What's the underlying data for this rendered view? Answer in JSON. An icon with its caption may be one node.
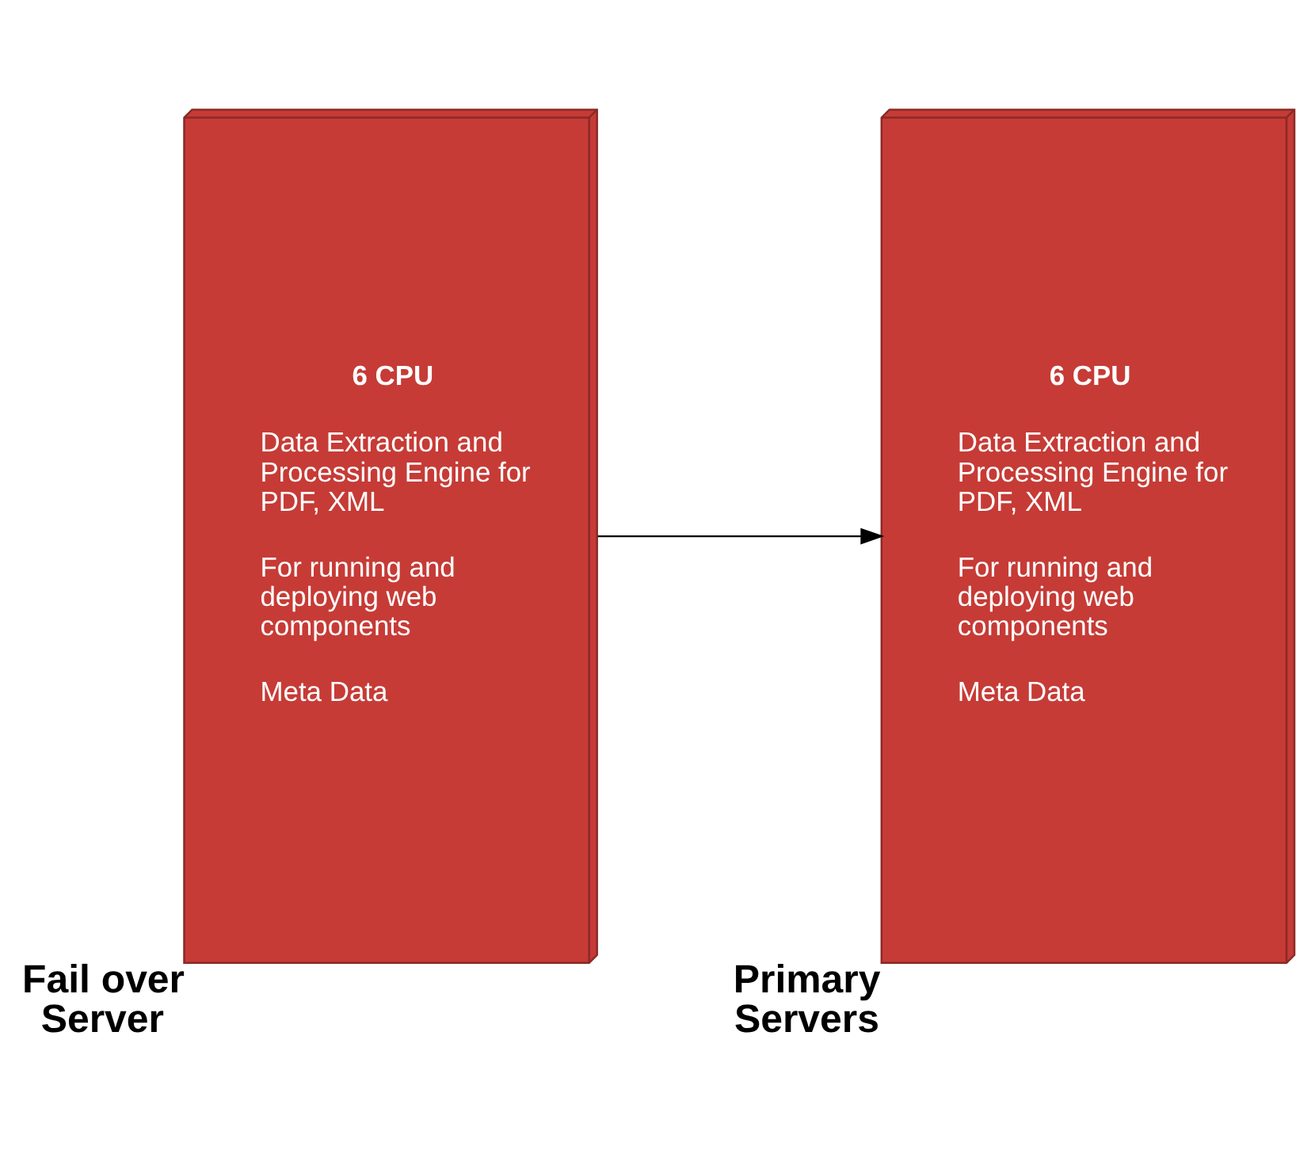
{
  "diagram": {
    "nodes": [
      {
        "text": [
          "Fail over Server",
          "6 CPU",
          "Data Extraction and Processing Engine for PDF, XML",
          "For running and deploying web components",
          "Meta Data"
        ]
      },
      {
        "text": [
          "Primary Servers",
          "6 CPU",
          "Data Extraction and Processing Engine for PDF, XML",
          "For running and deploying web components",
          "Meta Data"
        ]
      }
    ],
    "edges": [
      {
        "from": 0,
        "to": 1,
        "arrow": "to"
      }
    ]
  }
}
